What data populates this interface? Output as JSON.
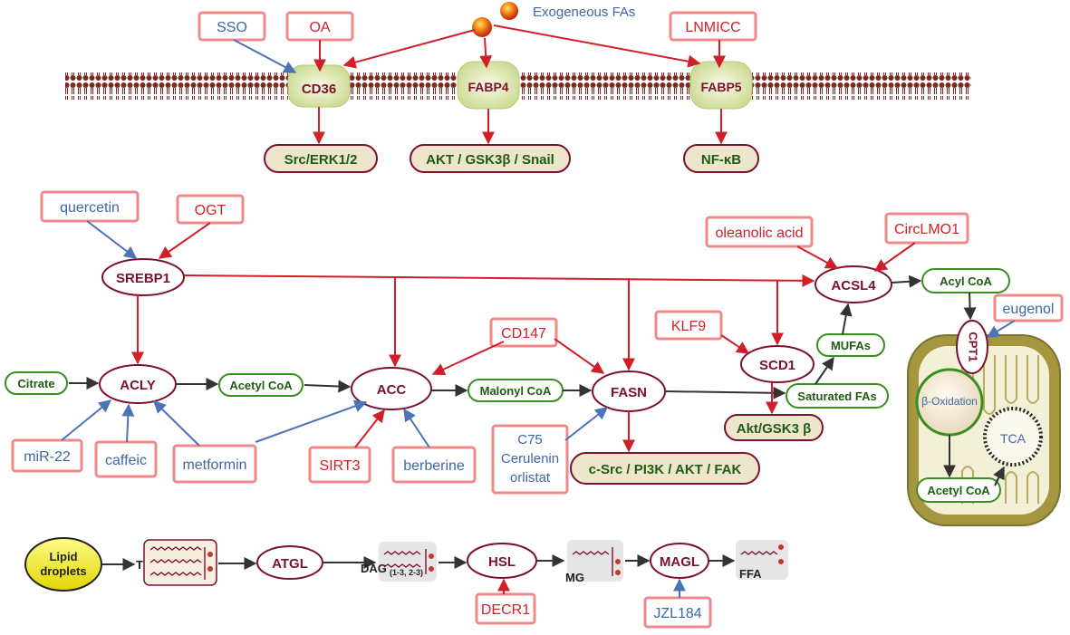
{
  "exogenous_label": "Exogeneous FAs",
  "transport": {
    "activators": {
      "sso": "SSO",
      "oa": "OA",
      "lnmicc": "LNMICC"
    },
    "receptors": {
      "cd36": "CD36",
      "fabp4": "FABP4",
      "fabp5": "FABP5"
    },
    "downstream": {
      "src_erk": "Src/ERK1/2",
      "akt_gsk_snail": "AKT / GSK3β / Snail",
      "nfkb": "NF-κB"
    }
  },
  "synthesis": {
    "regulators": {
      "quercetin": "quercetin",
      "ogt": "OGT",
      "oleanolic": "oleanolic acid",
      "circlmo1": "CircLMO1",
      "cd147": "CD147",
      "klf9": "KLF9",
      "eugenol": "eugenol",
      "mir22": "miR-22",
      "caffeic": "caffeic",
      "metformin": "metformin",
      "sirt3": "SIRT3",
      "berberine": "berberine",
      "c75_lines": [
        "C75",
        "Cerulenin",
        "orlistat"
      ]
    },
    "enzymes": {
      "srebp1": "SREBP1",
      "acly": "ACLY",
      "acc": "ACC",
      "fasn": "FASN",
      "scd1": "SCD1",
      "acsl4": "ACSL4",
      "cpt1": "CPT1"
    },
    "metabolites": {
      "citrate": "Citrate",
      "acetyl_coa": "Acetyl CoA",
      "malonyl_coa": "Malonyl CoA",
      "acyl_coa": "Acyl CoA",
      "mufas": "MUFAs",
      "saturated": "Saturated FAs",
      "mito_acetyl_coa": "Acetyl CoA"
    },
    "downstream": {
      "akt_gsk3": "Akt/GSK3 β",
      "csrc_pi3k": "c-Src / PI3K / AKT / FAK"
    },
    "mitochondrion": {
      "beta_ox": "β-Oxidation",
      "tca": "TCA"
    }
  },
  "lipolysis": {
    "lipid_droplets_lines": [
      "Lipid",
      "droplets"
    ],
    "tg": "TG",
    "atgl": "ATGL",
    "dag": "DAG",
    "dag_sub": "(1-3, 2-3)",
    "hsl": "HSL",
    "mg": "MG",
    "magl": "MAGL",
    "ffa": "FFA",
    "decr1": "DECR1",
    "jzl184": "JZL184"
  },
  "colors": {
    "activator_red": "#d11f2a",
    "inhibitor_blue": "#4a73b8",
    "box_border": "#f08a8a",
    "enzyme_maroon": "#7b1030",
    "metabolite_green": "#3a8e1f",
    "downstream_fill": "#eee6cc",
    "membrane_brown": "#7a2a20",
    "mito_olive": "#9b8d37"
  }
}
